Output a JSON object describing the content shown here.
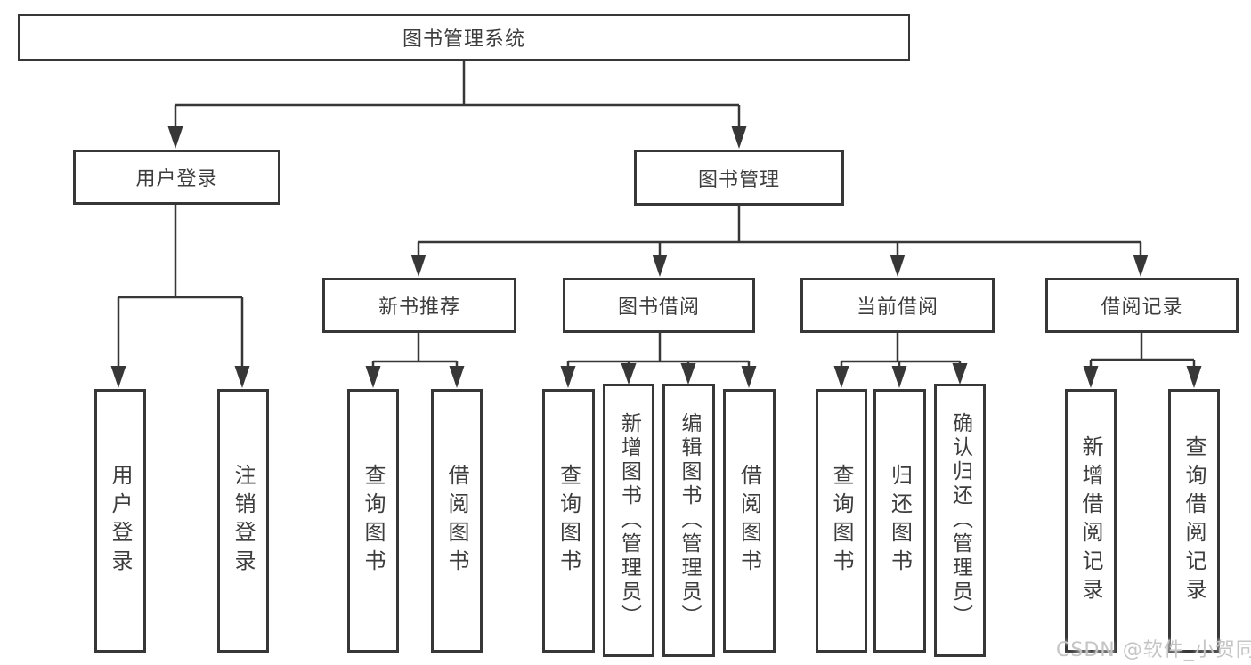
{
  "title": "图书管理系统",
  "tree": {
    "label": "图书管理系统",
    "children": [
      {
        "label": "用户登录",
        "children": [
          {
            "label": "用户登录"
          },
          {
            "label": "注销登录"
          }
        ]
      },
      {
        "label": "图书管理",
        "children": [
          {
            "label": "新书推荐",
            "children": [
              {
                "label": "查询图书"
              },
              {
                "label": "借阅图书"
              }
            ]
          },
          {
            "label": "图书借阅",
            "children": [
              {
                "label": "查询图书"
              },
              {
                "label": "新增图书（管理员）"
              },
              {
                "label": "编辑图书（管理员）"
              },
              {
                "label": "借阅图书"
              }
            ]
          },
          {
            "label": "当前借阅",
            "children": [
              {
                "label": "查询图书"
              },
              {
                "label": "归还图书"
              },
              {
                "label": "确认归还（管理员）"
              }
            ]
          },
          {
            "label": "借阅记录",
            "children": [
              {
                "label": "新增借阅记录"
              },
              {
                "label": "查询借阅记录"
              }
            ]
          }
        ]
      }
    ]
  },
  "watermark": {
    "text": "CSDN @软件_小贺同学"
  },
  "colors": {
    "line": "#373737",
    "text": "#3d3d3d",
    "watermark": "#c5c5c5",
    "background": "#ffffff"
  }
}
